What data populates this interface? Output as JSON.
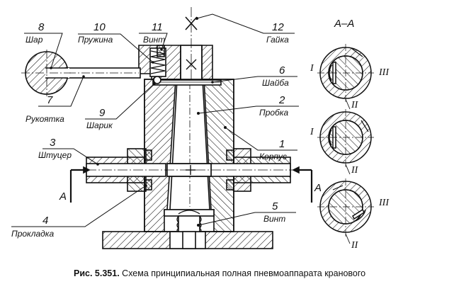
{
  "labels": {
    "p1": {
      "num": "1",
      "name": "Корпус"
    },
    "p2": {
      "num": "2",
      "name": "Пробка"
    },
    "p3": {
      "num": "3",
      "name": "Штуцер"
    },
    "p4": {
      "num": "4",
      "name": "Прокладка"
    },
    "p5": {
      "num": "5",
      "name": "Винт"
    },
    "p6": {
      "num": "6",
      "name": "Шайба"
    },
    "p7": {
      "num": "7",
      "name": "Рукоятка"
    },
    "p8": {
      "num": "8",
      "name": "Шар"
    },
    "p9": {
      "num": "9",
      "name": "Шарик"
    },
    "p10": {
      "num": "10",
      "name": "Пружина"
    },
    "p11": {
      "num": "11",
      "name": "Винт"
    },
    "p12": {
      "num": "12",
      "name": "Гайка"
    }
  },
  "section": {
    "title": "А–А",
    "arrow_left": "А",
    "arrow_right": "А",
    "positions": {
      "I": "I",
      "II": "II",
      "III": "III"
    }
  },
  "caption": {
    "prefix": "Рис. 5.351.",
    "text": " Схема принципиальная полная пневмоаппарата кранового"
  }
}
